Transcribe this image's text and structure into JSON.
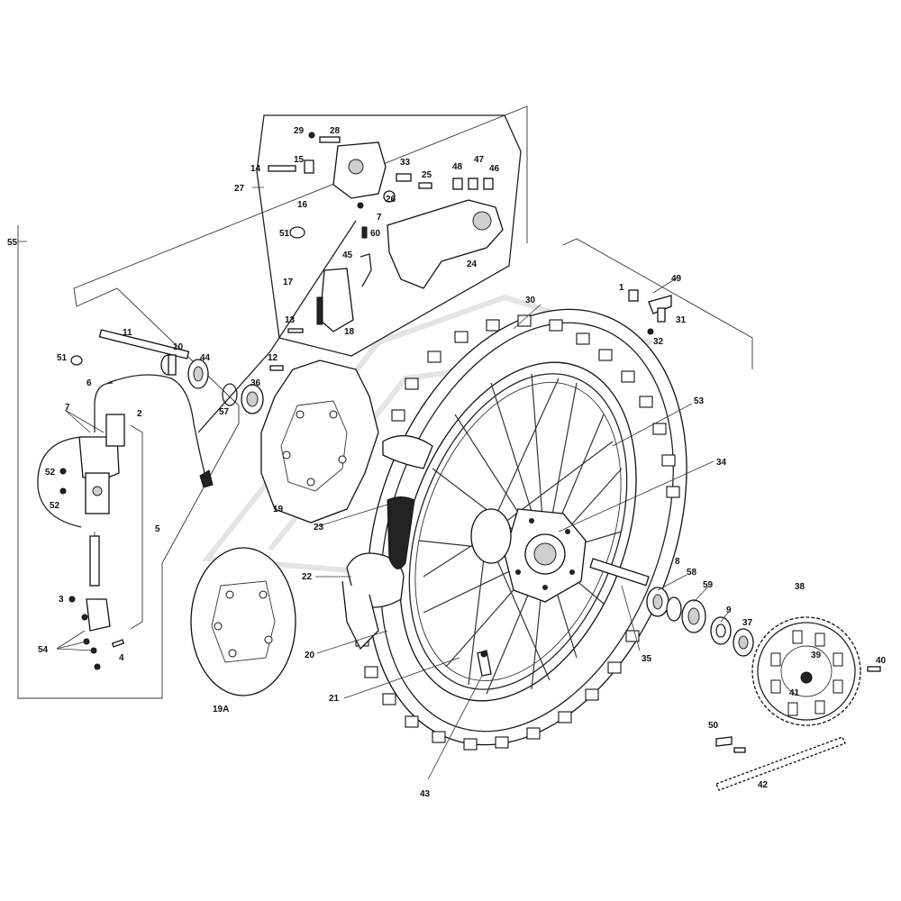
{
  "callouts": {
    "c1": "1",
    "c2": "2",
    "c3": "3",
    "c4": "4",
    "c5": "5",
    "c6": "6",
    "c7a": "7",
    "c7b": "7",
    "c8": "8",
    "c9": "9",
    "c10": "10",
    "c11": "11",
    "c12": "12",
    "c13": "13",
    "c14": "14",
    "c15": "15",
    "c16": "16",
    "c17": "17",
    "c18": "18",
    "c19": "19",
    "c19a": "19A",
    "c20": "20",
    "c21": "21",
    "c22": "22",
    "c23": "23",
    "c24": "24",
    "c25": "25",
    "c26": "26",
    "c27": "27",
    "c28": "28",
    "c29": "29",
    "c30": "30",
    "c31": "31",
    "c32": "32",
    "c33": "33",
    "c34": "34",
    "c35": "35",
    "c36": "36",
    "c37": "37",
    "c38": "38",
    "c39": "39",
    "c40": "40",
    "c41": "41",
    "c42": "42",
    "c43": "43",
    "c44": "44",
    "c45": "45",
    "c46": "46",
    "c47": "47",
    "c48": "48",
    "c49": "49",
    "c50": "50",
    "c51a": "51",
    "c51b": "51",
    "c52a": "52",
    "c52b": "52",
    "c53": "53",
    "c54": "54",
    "c55": "55",
    "c57": "57",
    "c58": "58",
    "c59": "59",
    "c60": "60"
  }
}
